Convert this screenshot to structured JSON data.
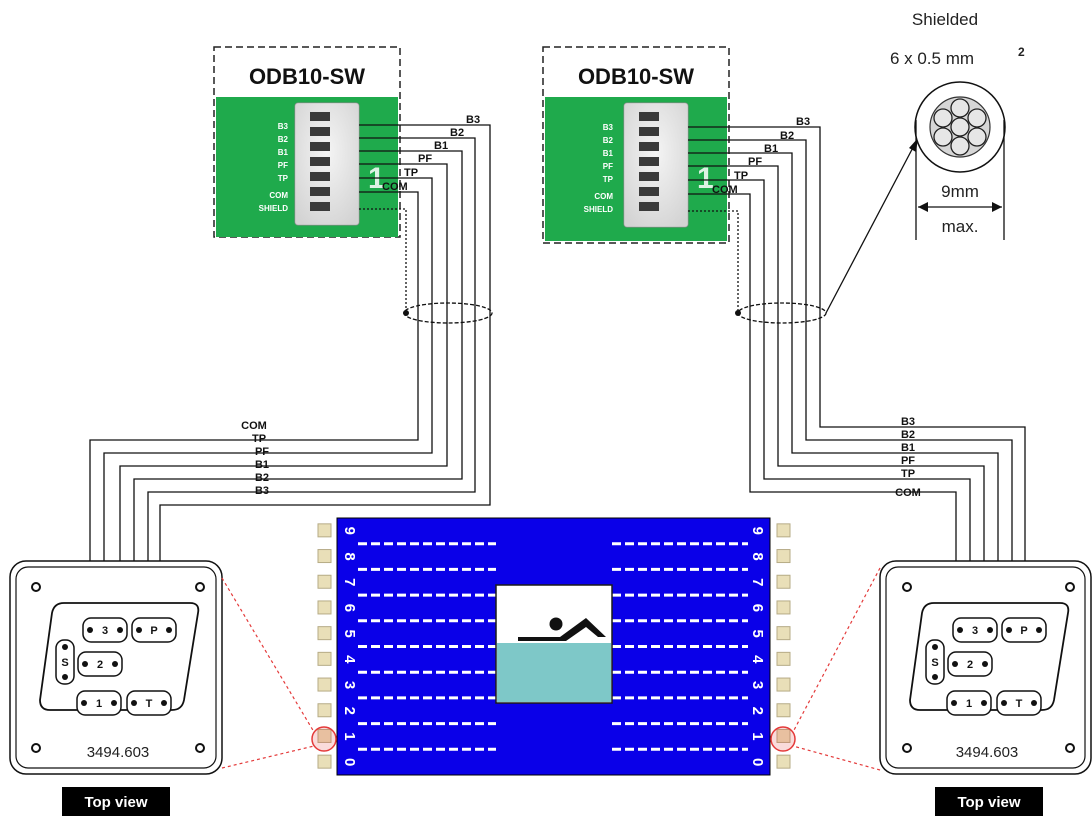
{
  "modules": [
    {
      "title": "ODB10-SW",
      "conn_top": "B2",
      "conn_num": "1",
      "pins": [
        "B3",
        "B2",
        "B1",
        "PF",
        "TP",
        "COM",
        "SHIELD"
      ],
      "wire_labels": [
        "B3",
        "B2",
        "B1",
        "PF",
        "TP",
        "COM"
      ]
    },
    {
      "title": "ODB10-SW",
      "conn_top": "B2",
      "conn_num": "1",
      "pins": [
        "B3",
        "B2",
        "B1",
        "PF",
        "TP",
        "COM",
        "SHIELD"
      ],
      "wire_labels": [
        "B3",
        "B2",
        "B1",
        "PF",
        "TP",
        "COM"
      ]
    }
  ],
  "cable": {
    "line1": "Shielded",
    "line2": "6 x 0.5 mm",
    "sup": "2",
    "dimension": "9mm",
    "dimension2": "max."
  },
  "left_bundle_labels": [
    "COM",
    "TP",
    "PF",
    "B1",
    "B2",
    "B3"
  ],
  "right_bundle_labels": [
    "B3",
    "B2",
    "B1",
    "PF",
    "TP",
    "COM"
  ],
  "devices": [
    {
      "model": "3494.603",
      "keys": {
        "k3": "3",
        "kP": "P",
        "kS": "S",
        "k2": "2",
        "k1": "1",
        "kT": "T"
      },
      "view_label": "Top view"
    },
    {
      "model": "3494.603",
      "keys": {
        "k3": "3",
        "kP": "P",
        "kS": "S",
        "k2": "2",
        "k1": "1",
        "kT": "T"
      },
      "view_label": "Top view"
    }
  ],
  "pool": {
    "lane_numbers": [
      "9",
      "8",
      "7",
      "6",
      "5",
      "4",
      "3",
      "2",
      "1",
      "0"
    ],
    "colors": {
      "water": "#0a00e8",
      "lane_line": "#ffffff",
      "panel_water": "#7ec8c8",
      "accent": "#e43a3a",
      "pcb": "#1faa4c"
    }
  }
}
